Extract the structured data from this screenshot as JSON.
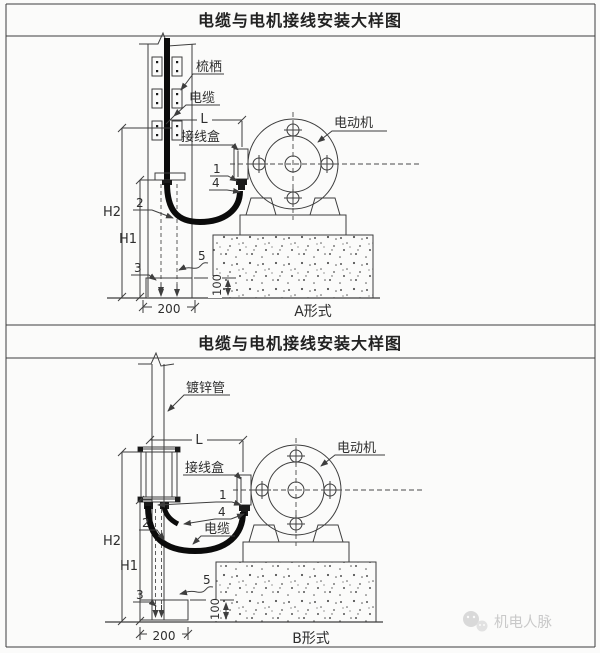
{
  "sheet": {
    "line_color": "#3e3e3e",
    "cable_color": "#0b0b0b",
    "watermark_color": "#c9c9c9"
  },
  "panel_a": {
    "title": "电缆与电机接线安装大样图",
    "form": "A形式",
    "labels": {
      "rack": "梳栖",
      "cable": "电缆",
      "junction_box": "接线盒",
      "motor": "电动机",
      "n1": "1",
      "n2": "2",
      "n3": "3",
      "n4": "4",
      "n5": "5",
      "L": "L",
      "H1": "H1",
      "H2": "H2",
      "d100": "100",
      "d200": "200"
    }
  },
  "panel_b": {
    "title": "电缆与电机接线安装大样图",
    "form": "B形式",
    "labels": {
      "pipe": "镀锌管",
      "cable": "电缆",
      "junction_box": "接线盒",
      "motor": "电动机",
      "n1": "1",
      "n2": "2",
      "n3": "3",
      "n4": "4",
      "n5": "5",
      "L": "L",
      "H1": "H1",
      "H2": "H2",
      "d100": "100",
      "d200": "200"
    }
  },
  "watermark": {
    "text": "机电人脉"
  }
}
